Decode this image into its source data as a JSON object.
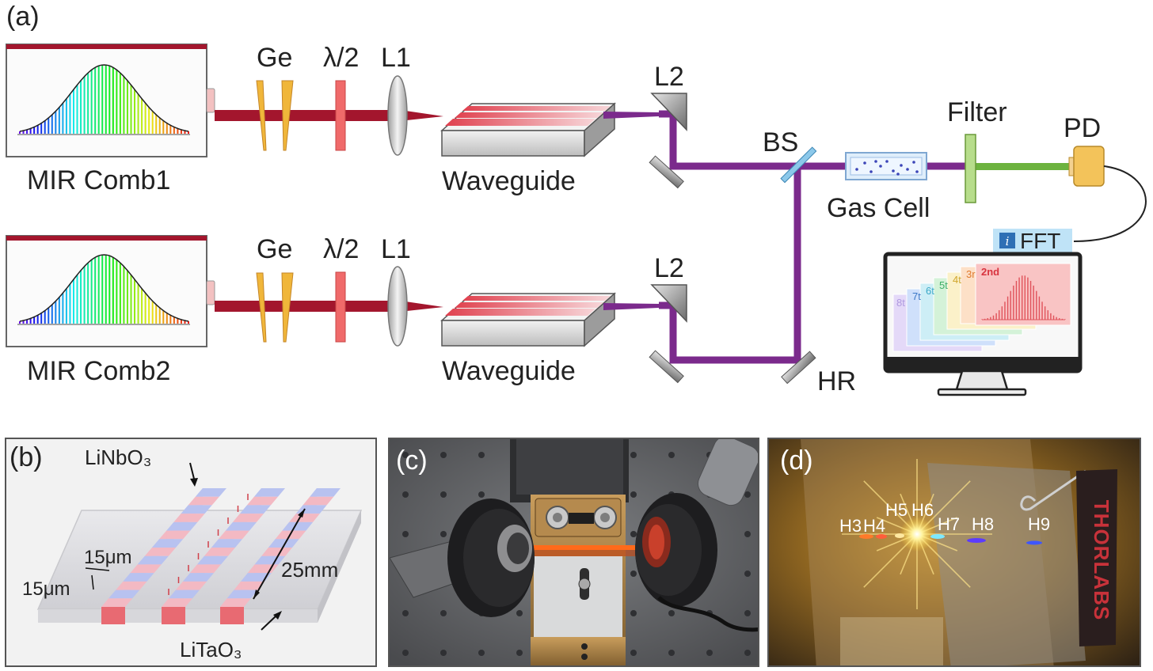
{
  "panel_labels": {
    "a": "(a)",
    "b": "(b)",
    "c": "(c)",
    "d": "(d)"
  },
  "setup": {
    "comb1": "MIR Comb1",
    "comb2": "MIR Comb2",
    "ge": "Ge",
    "halfwave": "λ/2",
    "lens1": "L1",
    "lens2": "L2",
    "waveguide": "Waveguide",
    "beamsplitter": "BS",
    "gas_cell": "Gas Cell",
    "filter": "Filter",
    "photodetector": "PD",
    "fft": "FFT",
    "mirror_hr": "HR",
    "screen_tabs": [
      "8t",
      "7t",
      "6t",
      "5t",
      "4t",
      "3r",
      "2nd"
    ]
  },
  "waveguide_panel": {
    "core": "LiNbO₃",
    "substrate": "LiTaO₃",
    "width": "15μm",
    "height": "15μm",
    "length": "25mm"
  },
  "harmonics": {
    "labels": [
      "H3",
      "H4",
      "H5",
      "H6",
      "H7",
      "H8",
      "H9"
    ],
    "brand": "THORLABS"
  },
  "colors": {
    "mir_beam": "#a3162d",
    "uv_beam": "#7b2a8c",
    "green_beam": "#6db33f",
    "lens": "#c9c9c9",
    "wedge": "#f0b63a",
    "halfwave": "#f06a6a"
  }
}
